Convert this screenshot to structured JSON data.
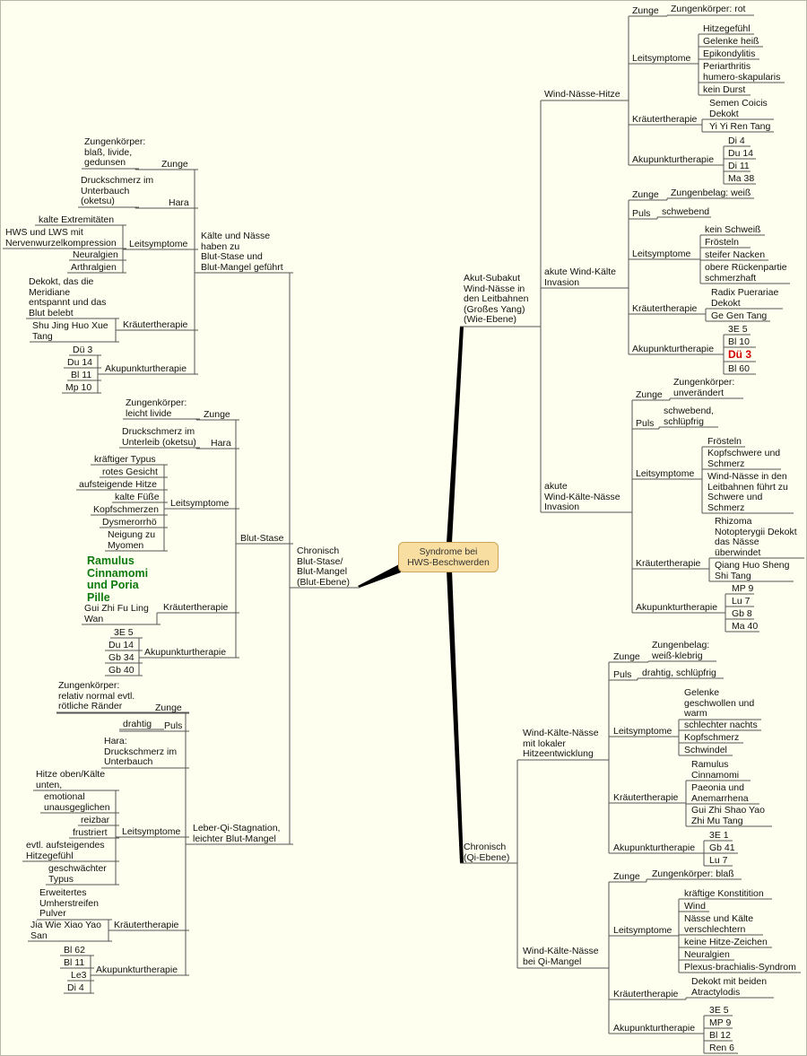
{
  "root": "Syndrome bei\nHWS-Beschwerden",
  "nodes": [
    {
      "id": "r1",
      "t": "Akut-Subakut\nWind-Nässe in\nden Leitbahnen\n(Großes Yang)\n(Wie-Ebene)"
    },
    {
      "id": "r1a",
      "t": "Wind-Nässe-Hitze"
    },
    {
      "id": "r1a1",
      "t": "Zunge"
    },
    {
      "id": "r1a1a",
      "t": "Zungenkörper: rot"
    },
    {
      "id": "r1a2",
      "t": "Leitsymptome"
    },
    {
      "id": "r1a2a",
      "t": "Hitzegefühl"
    },
    {
      "id": "r1a2b",
      "t": "Gelenke heiß"
    },
    {
      "id": "r1a2c",
      "t": "Epikondylitis"
    },
    {
      "id": "r1a2d",
      "t": "Periarthritis\nhumero-skapularis"
    },
    {
      "id": "r1a2e",
      "t": "kein Durst"
    },
    {
      "id": "r1a3",
      "t": "Kräutertherapie"
    },
    {
      "id": "r1a3a",
      "t": "Semen Coicis\nDekokt"
    },
    {
      "id": "r1a3b",
      "t": "Yi Yi Ren Tang"
    },
    {
      "id": "r1a4",
      "t": "Akupunkturtherapie"
    },
    {
      "id": "r1a4a",
      "t": "Di 4"
    },
    {
      "id": "r1a4b",
      "t": "Du 14"
    },
    {
      "id": "r1a4c",
      "t": "Di 11"
    },
    {
      "id": "r1a4d",
      "t": "Ma 38"
    },
    {
      "id": "r1b",
      "t": "akute Wind-Kälte\nInvasion"
    },
    {
      "id": "r1b1",
      "t": "Zunge"
    },
    {
      "id": "r1b1a",
      "t": "Zungenbelag: weiß"
    },
    {
      "id": "r1b2",
      "t": "Puls"
    },
    {
      "id": "r1b2a",
      "t": "schwebend"
    },
    {
      "id": "r1b3",
      "t": "Leitsymptome"
    },
    {
      "id": "r1b3a",
      "t": "kein Schweiß"
    },
    {
      "id": "r1b3b",
      "t": "Frösteln"
    },
    {
      "id": "r1b3c",
      "t": "steifer Nacken"
    },
    {
      "id": "r1b3d",
      "t": "obere Rückenpartie\nschmerzhaft"
    },
    {
      "id": "r1b4",
      "t": "Kräutertherapie"
    },
    {
      "id": "r1b4a",
      "t": "Radix Puerariae\nDekokt"
    },
    {
      "id": "r1b4b",
      "t": "Ge Gen Tang"
    },
    {
      "id": "r1b5",
      "t": "Akupunkturtherapie"
    },
    {
      "id": "r1b5a",
      "t": "3E 5"
    },
    {
      "id": "r1b5b",
      "t": "Bl 10"
    },
    {
      "id": "r1b5c",
      "t": "Dü 3"
    },
    {
      "id": "r1b5d",
      "t": "Bl 60"
    },
    {
      "id": "r1c",
      "t": "akute\nWind-Kälte-Nässe\nInvasion"
    },
    {
      "id": "r1c1",
      "t": "Zunge"
    },
    {
      "id": "r1c1a",
      "t": "Zungenkörper:\nunverändert"
    },
    {
      "id": "r1c2",
      "t": "Puls"
    },
    {
      "id": "r1c2a",
      "t": "schwebend,\nschlüpfrig"
    },
    {
      "id": "r1c3",
      "t": "Leitsymptome"
    },
    {
      "id": "r1c3a",
      "t": "Frösteln"
    },
    {
      "id": "r1c3b",
      "t": "Kopfschwere und\nSchmerz"
    },
    {
      "id": "r1c3c",
      "t": "Wind-Nässe in den\nLeitbahnen führt zu\nSchwere und\nSchmerz"
    },
    {
      "id": "r1c4",
      "t": "Kräutertherapie"
    },
    {
      "id": "r1c4a",
      "t": "Rhizoma\nNotopterygii Dekokt\ndas Nässe\nüberwindet"
    },
    {
      "id": "r1c4b",
      "t": "Qiang Huo Sheng\nShi Tang"
    },
    {
      "id": "r1c5",
      "t": "Akupunkturtherapie"
    },
    {
      "id": "r1c5a",
      "t": "MP 9"
    },
    {
      "id": "r1c5b",
      "t": "Lu 7"
    },
    {
      "id": "r1c5c",
      "t": "Gb 8"
    },
    {
      "id": "r1c5d",
      "t": "Ma 40"
    },
    {
      "id": "r2",
      "t": "Chronisch\n(Qi-Ebene)"
    },
    {
      "id": "r2a",
      "t": "Wind-Kälte-Nässe\nmit lokaler\nHitzeentwicklung"
    },
    {
      "id": "r2a1",
      "t": "Zunge"
    },
    {
      "id": "r2a1a",
      "t": "Zungenbelag:\nweiß-klebrig"
    },
    {
      "id": "r2a2",
      "t": "Puls"
    },
    {
      "id": "r2a2a",
      "t": "drahtig, schlüpfrig"
    },
    {
      "id": "r2a3",
      "t": "Leitsymptome"
    },
    {
      "id": "r2a3a",
      "t": "Gelenke\ngeschwollen und\nwarm"
    },
    {
      "id": "r2a3b",
      "t": "schlechter nachts"
    },
    {
      "id": "r2a3c",
      "t": "Kopfschmerz"
    },
    {
      "id": "r2a3d",
      "t": "Schwindel"
    },
    {
      "id": "r2a4",
      "t": "Kräutertherapie"
    },
    {
      "id": "r2a4a",
      "t": "Ramulus\nCinnamomi"
    },
    {
      "id": "r2a4b",
      "t": "Paeonia und\nAnemarrhena"
    },
    {
      "id": "r2a4c",
      "t": "Gui Zhi Shao Yao\nZhi Mu Tang"
    },
    {
      "id": "r2a5",
      "t": "Akupunkturtherapie"
    },
    {
      "id": "r2a5a",
      "t": "3E 1"
    },
    {
      "id": "r2a5b",
      "t": "Gb 41"
    },
    {
      "id": "r2a5c",
      "t": "Lu 7"
    },
    {
      "id": "r2b",
      "t": "Wind-Kälte-Nässe\nbei Qi-Mangel"
    },
    {
      "id": "r2b1",
      "t": "Zunge"
    },
    {
      "id": "r2b1a",
      "t": "Zungenkörper: blaß"
    },
    {
      "id": "r2b2",
      "t": "Leitsymptome"
    },
    {
      "id": "r2b2a",
      "t": "kräftige Konstitition"
    },
    {
      "id": "r2b2b",
      "t": "Wind"
    },
    {
      "id": "r2b2c",
      "t": "Nässe und Kälte\nverschlechtern"
    },
    {
      "id": "r2b2d",
      "t": "keine Hitze-Zeichen"
    },
    {
      "id": "r2b2e",
      "t": "Neuralgien"
    },
    {
      "id": "r2b2f",
      "t": "Plexus-brachialis-Syndrom"
    },
    {
      "id": "r2b3",
      "t": "Kräutertherapie"
    },
    {
      "id": "r2b3a",
      "t": "Dekokt mit beiden\nAtractylodis"
    },
    {
      "id": "r2b4",
      "t": "Akupunkturtherapie"
    },
    {
      "id": "r2b4a",
      "t": "3E 5"
    },
    {
      "id": "r2b4b",
      "t": "MP 9"
    },
    {
      "id": "r2b4c",
      "t": "Bl 12"
    },
    {
      "id": "r2b4d",
      "t": "Ren 6"
    },
    {
      "id": "l1",
      "t": "Chronisch\nBlut-Stase/\nBlut-Mangel\n(Blut-Ebene)"
    },
    {
      "id": "l1a",
      "t": "Kälte und Nässe\nhaben zu\nBlut-Stase und\nBlut-Mangel geführt"
    },
    {
      "id": "l1a1",
      "t": "Zunge"
    },
    {
      "id": "l1a1a",
      "t": "Zungenkörper:\nblaß, livide,\ngedunsen"
    },
    {
      "id": "l1a2",
      "t": "Hara"
    },
    {
      "id": "l1a2a",
      "t": "Druckschmerz im\nUnterbauch\n(oketsu)"
    },
    {
      "id": "l1a3",
      "t": "Leitsymptome"
    },
    {
      "id": "l1a3a",
      "t": "kalte Extremitäten"
    },
    {
      "id": "l1a3b",
      "t": "HWS und LWS mit\nNervenwurzelkompression"
    },
    {
      "id": "l1a3c",
      "t": "Neuralgien"
    },
    {
      "id": "l1a3d",
      "t": "Arthralgien"
    },
    {
      "id": "l1a4",
      "t": "Kräutertherapie"
    },
    {
      "id": "l1a4a",
      "t": "Dekokt, das die\nMeridiane\nentspannt und das\nBlut belebt"
    },
    {
      "id": "l1a4b",
      "t": "Shu Jing Huo Xue\nTang"
    },
    {
      "id": "l1a5",
      "t": "Akupunkturtherapie"
    },
    {
      "id": "l1a5a",
      "t": "Dü 3"
    },
    {
      "id": "l1a5b",
      "t": "Du 14"
    },
    {
      "id": "l1a5c",
      "t": "Bl 11"
    },
    {
      "id": "l1a5d",
      "t": "Mp 10"
    },
    {
      "id": "l1b",
      "t": "Blut-Stase"
    },
    {
      "id": "l1b1",
      "t": "Zunge"
    },
    {
      "id": "l1b1a",
      "t": "Zungenkörper:\nleicht livide"
    },
    {
      "id": "l1b2",
      "t": "Hara"
    },
    {
      "id": "l1b2a",
      "t": "Druckschmerz im\nUnterleib (oketsu)"
    },
    {
      "id": "l1b3",
      "t": "Leitsymptome"
    },
    {
      "id": "l1b3a",
      "t": "kräftiger Typus"
    },
    {
      "id": "l1b3b",
      "t": "rotes Gesicht"
    },
    {
      "id": "l1b3c",
      "t": "aufsteigende Hitze"
    },
    {
      "id": "l1b3d",
      "t": "kalte Füße"
    },
    {
      "id": "l1b3e",
      "t": "Kopfschmerzen"
    },
    {
      "id": "l1b3f",
      "t": "Dysmerorrhö"
    },
    {
      "id": "l1b3g",
      "t": "Neigung zu\nMyomen"
    },
    {
      "id": "l1b4",
      "t": "Kräutertherapie"
    },
    {
      "id": "l1b4a",
      "t": "Ramulus\nCinnamomi\nund Poria\nPille"
    },
    {
      "id": "l1b4b",
      "t": "Gui Zhi Fu Ling\nWan"
    },
    {
      "id": "l1b5",
      "t": "Akupunkturtherapie"
    },
    {
      "id": "l1b5a",
      "t": "3E 5"
    },
    {
      "id": "l1b5b",
      "t": "Du 14"
    },
    {
      "id": "l1b5c",
      "t": "Gb 34"
    },
    {
      "id": "l1b5d",
      "t": "Gb 40"
    },
    {
      "id": "l1c",
      "t": "Leber-Qi-Stagnation,\nleichter Blut-Mangel"
    },
    {
      "id": "l1c1",
      "t": "Zunge"
    },
    {
      "id": "l1c1a",
      "t": "Zungenkörper:\nrelativ normal evtl.\nrötliche Ränder"
    },
    {
      "id": "l1c2",
      "t": "Puls"
    },
    {
      "id": "l1c2a",
      "t": "drahtig"
    },
    {
      "id": "l1c3",
      "t": "Hara:\nDruckschmerz im\nUnterbauch"
    },
    {
      "id": "l1c4",
      "t": "Leitsymptome"
    },
    {
      "id": "l1c4a",
      "t": "Hitze oben/Kälte\nunten,"
    },
    {
      "id": "l1c4b",
      "t": "emotional\nunausgeglichen"
    },
    {
      "id": "l1c4c",
      "t": "reizbar"
    },
    {
      "id": "l1c4d",
      "t": "frustriert"
    },
    {
      "id": "l1c4e",
      "t": "evtl. aufsteigendes\nHitzegefühl"
    },
    {
      "id": "l1c4f",
      "t": "geschwächter\nTypus"
    },
    {
      "id": "l1c5",
      "t": "Kräutertherapie"
    },
    {
      "id": "l1c5a",
      "t": "Erweitertes\nUmherstreifen\nPulver"
    },
    {
      "id": "l1c5b",
      "t": "Jia Wie Xiao Yao\nSan"
    },
    {
      "id": "l1c6",
      "t": "Akupunkturtherapie"
    },
    {
      "id": "l1c6a",
      "t": "Bl 62"
    },
    {
      "id": "l1c6b",
      "t": "Bl 11"
    },
    {
      "id": "l1c6c",
      "t": "Le3"
    },
    {
      "id": "l1c6d",
      "t": "Di 4"
    }
  ]
}
